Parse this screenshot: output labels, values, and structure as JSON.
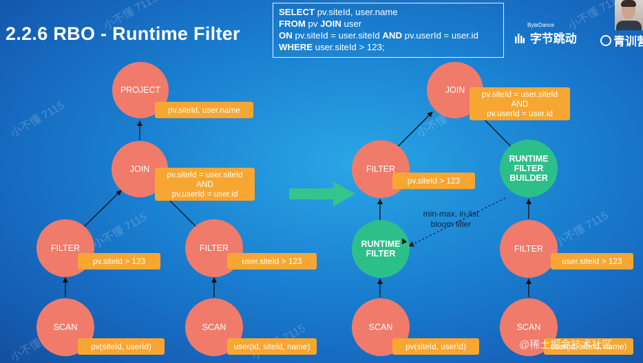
{
  "title": "2.2.6 RBO - Runtime Filter",
  "sql": {
    "line1_kw": "SELECT",
    "line1_rest": " pv.siteId, user.name",
    "line2_kw": "FROM",
    "line2_a": " pv ",
    "line2_kw2": "JOIN",
    "line2_b": " user",
    "line3_kw": "ON",
    "line3_a": " pv.siteId = user.siteId ",
    "line3_kw2": "AND",
    "line3_b": " pv.userId = user.id",
    "line4_kw": "WHERE",
    "line4_rest": " user.siteId > 123;"
  },
  "brand": {
    "bytedance_small": "ByteDance",
    "bytedance": "字节跳动",
    "qingxun": "青训营"
  },
  "watermark": "小不懂 7115",
  "footer_watermark": "@稀土掘金技术社区",
  "left_tree": {
    "project": {
      "node": "PROJECT",
      "label": "pv.siteId, user.name"
    },
    "join": {
      "node": "JOIN",
      "label": "pv.siteId = user.siteId\nAND\npv.userId = user.id"
    },
    "filter_left": {
      "node": "FILTER",
      "label": "pv.siteId > 123"
    },
    "filter_right": {
      "node": "FILTER",
      "label": "user.siteId > 123"
    },
    "scan_left": {
      "node": "SCAN",
      "label": "pv(siteId, userId)"
    },
    "scan_right": {
      "node": "SCAN",
      "label": "user(id, siteId, name)"
    }
  },
  "right_tree": {
    "join": {
      "node": "JOIN",
      "label": "pv.siteId = user.siteId\nAND\npv.userId = user.id"
    },
    "filter_left": {
      "node": "FILTER",
      "label": "pv.siteId > 123"
    },
    "runtime_filter": {
      "node": "RUNTIME\nFILTER"
    },
    "runtime_filter_builder": {
      "node": "RUNTIME\nFILTER\nBUILDER"
    },
    "filter_right": {
      "node": "FILTER",
      "label": "user.siteId > 123"
    },
    "scan_left": {
      "node": "SCAN",
      "label": "pv(siteId, userId)"
    },
    "scan_right": {
      "node": "SCAN",
      "label": "user(id, siteId, name)"
    },
    "note": "min-max, in-list\nbloom filter"
  },
  "colors": {
    "node_red": "#f07b6a",
    "node_green": "#2dbf8a",
    "label_orange": "#f7a631",
    "arrow_green": "#35c48a"
  }
}
